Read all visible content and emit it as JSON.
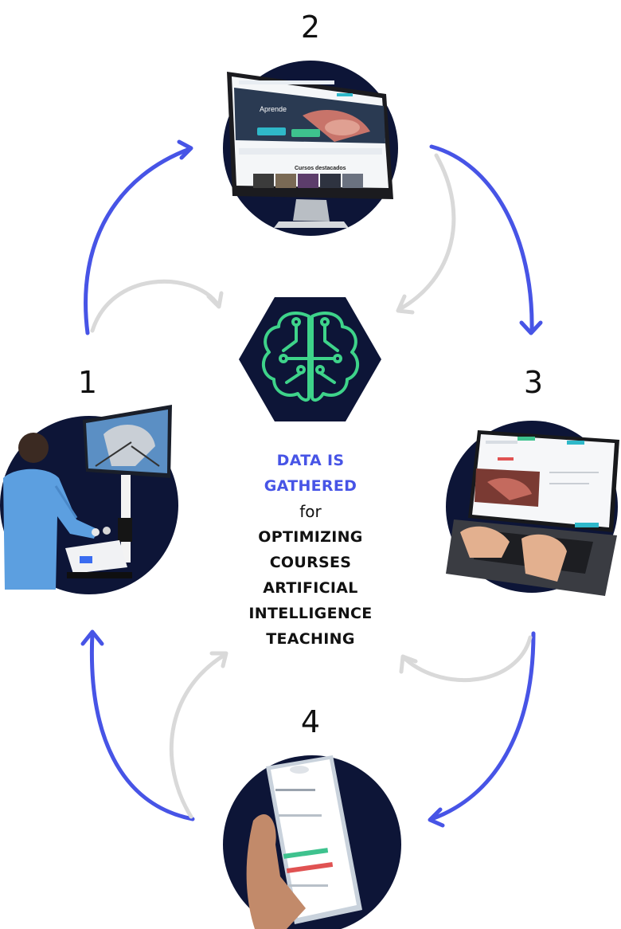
{
  "steps": [
    {
      "number": "1",
      "icon": "surgical-simulator-photo"
    },
    {
      "number": "2",
      "icon": "desktop-monitor-photo"
    },
    {
      "number": "3",
      "icon": "laptop-photo"
    },
    {
      "number": "4",
      "icon": "smartphone-photo"
    }
  ],
  "center": {
    "icon": "ai-brain-circuit-icon",
    "line1": "DATA IS",
    "line2": "GATHERED",
    "connector": "for",
    "items": [
      "OPTIMIZING",
      "COURSES",
      "ARTIFICIAL",
      "INTELLIGENCE",
      "TEACHING"
    ]
  },
  "monitor": {
    "hero_title": "Aprende",
    "featured_label": "Cursos destacados"
  },
  "colors": {
    "accent": "#4754e6",
    "navy": "#0d1537",
    "brain": "#3ed38a",
    "gray_arrow": "#d9d9d9"
  }
}
